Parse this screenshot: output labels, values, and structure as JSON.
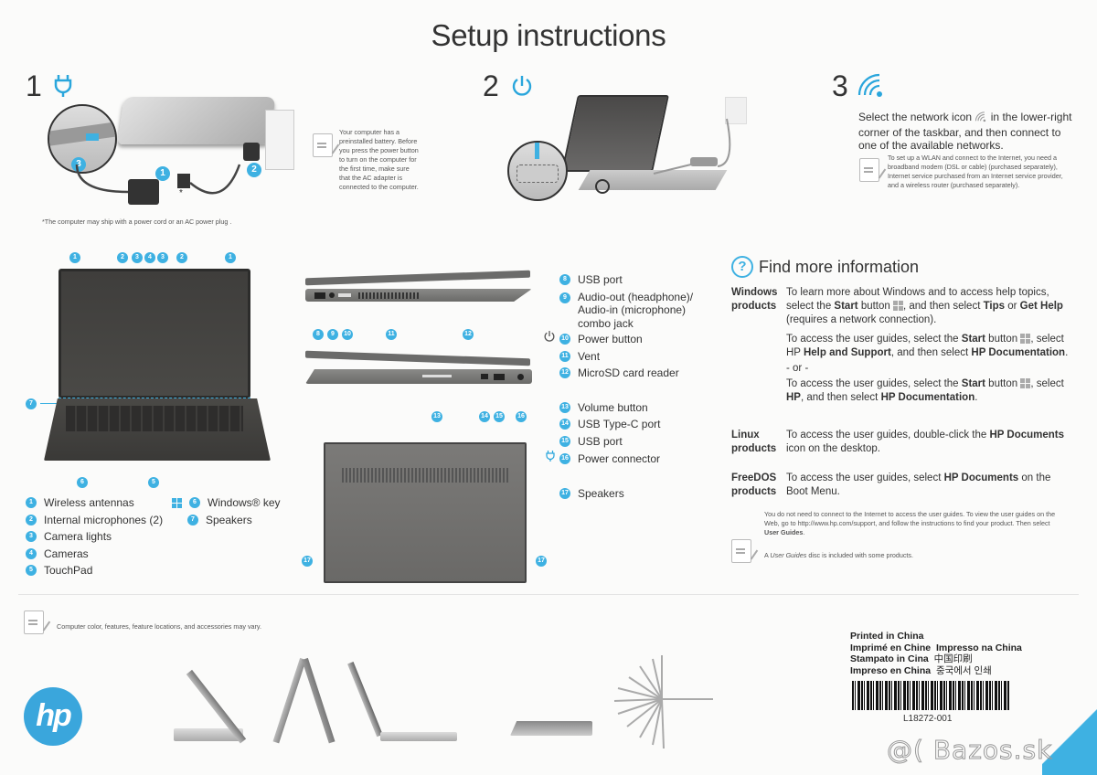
{
  "header": {
    "title": "Setup instructions"
  },
  "step1": {
    "number": "1",
    "icon": "power-plug-icon",
    "callouts": [
      "1",
      "2",
      "3"
    ],
    "asterisk": "*",
    "note": "Your computer has a preinstalled battery. Before you press the power button to turn on the computer for the first time, make sure that the AC adapter is connected to the computer.",
    "footnote": "*The computer may ship with a power cord or an AC power plug ."
  },
  "step2": {
    "number": "2",
    "icon": "power-button-icon"
  },
  "step3": {
    "number": "3",
    "icon": "wifi-icon",
    "instruction_pre": "Select the network icon",
    "instruction_post": "in the lower-right corner of the taskbar, and then connect to one of the available networks.",
    "note": "To set up a WLAN and connect to the Internet, you need a broadband modem (DSL or cable) (purchased separately), Internet service purchased from an Internet service provider, and a wireless router (purchased separately)."
  },
  "front_view": {
    "top_callouts": [
      "1",
      "2",
      "3",
      "4",
      "3",
      "2",
      "1"
    ],
    "side_callout": "7",
    "bottom_callouts": [
      "6",
      "5"
    ]
  },
  "side_views": {
    "left_callouts": [
      "8",
      "9",
      "10",
      "11",
      "12"
    ],
    "right_callouts": [
      "13",
      "14",
      "15",
      "16"
    ]
  },
  "bottom_view": {
    "callouts": [
      "17",
      "17"
    ]
  },
  "legend_left": [
    {
      "num": "1",
      "label": "Wireless antennas"
    },
    {
      "num": "2",
      "label": "Internal microphones (2)"
    },
    {
      "num": "3",
      "label": "Camera lights"
    },
    {
      "num": "4",
      "label": "Cameras"
    },
    {
      "num": "5",
      "label": "TouchPad"
    }
  ],
  "legend_mid": [
    {
      "num": "6",
      "label": "Windows® key",
      "icon": "windows-icon"
    },
    {
      "num": "7",
      "label": "Speakers"
    }
  ],
  "legend_right": [
    {
      "num": "8",
      "label": "USB port"
    },
    {
      "num": "9",
      "label": "Audio-out (headphone)/ Audio-in (microphone) combo jack"
    },
    {
      "num": "10",
      "label": "Power button",
      "icon": "power-button-icon"
    },
    {
      "num": "11",
      "label": "Vent"
    },
    {
      "num": "12",
      "label": "MicroSD card reader"
    },
    {
      "num": "13",
      "label": "Volume button"
    },
    {
      "num": "14",
      "label": "USB Type-C port"
    },
    {
      "num": "15",
      "label": "USB port"
    },
    {
      "num": "16",
      "label": "Power connector",
      "icon": "power-plug-icon"
    },
    {
      "num": "17",
      "label": "Speakers"
    }
  ],
  "find_more": {
    "title": "Find more information",
    "icon": "question-circle-icon",
    "windows": {
      "label_line1": "Windows",
      "label_line2": "products",
      "p1_a": "To learn more about Windows and to access help topics, select the ",
      "p1_b": "Start",
      "p1_c": " button ",
      "p1_d": ", and then select ",
      "p1_e": "Tips",
      "p1_f": " or ",
      "p1_g": "Get Help",
      "p1_h": " (requires a network connection).",
      "p2_a": "To access the user guides, select the ",
      "p2_b": "Start",
      "p2_c": " button ",
      "p2_d": ", select HP ",
      "p2_e": "Help and Support",
      "p2_f": ", and then select ",
      "p2_g": "HP Documentation",
      "p2_h": ".",
      "or": "- or -",
      "p3_a": "To access the user guides, select the ",
      "p3_b": "Start",
      "p3_c": " button ",
      "p3_d": ", select ",
      "p3_e": "HP",
      "p3_f": ", and then select ",
      "p3_g": "HP Documentation",
      "p3_h": "."
    },
    "linux": {
      "label_line1": "Linux",
      "label_line2": "products",
      "a": "To access the user guides, double-click the ",
      "b": "HP Documents",
      "c": " icon on the desktop."
    },
    "freedos": {
      "label_line1": "FreeDOS",
      "label_line2": "products",
      "a": "To access the user guides, select ",
      "b": "HP Documents",
      "c": " on the Boot Menu."
    },
    "web_note_a": "You do not need to connect to the Internet to access the user guides. To view the user guides on the Web, go to http://www.hp.com/support, and follow the instructions to find your product. Then select ",
    "web_note_b": "User Guides",
    "web_note_c": ".",
    "disc_note_a": "A ",
    "disc_note_b": "User Guides",
    "disc_note_c": " disc is included with some products."
  },
  "bottom": {
    "note": "Computer color, features, feature locations, and accessories may vary.",
    "logo_text": "hp"
  },
  "printed": {
    "line1": "Printed in China",
    "line2a": "Imprimé en Chine",
    "line2b": "Impresso na China",
    "line3a": "Stampato in Cina",
    "line3b": "中国印刷",
    "line4a": "Impreso en China",
    "line4b": "중국에서 인쇄",
    "part_number": "L18272-001"
  },
  "watermark": "@( Bazos.sk"
}
